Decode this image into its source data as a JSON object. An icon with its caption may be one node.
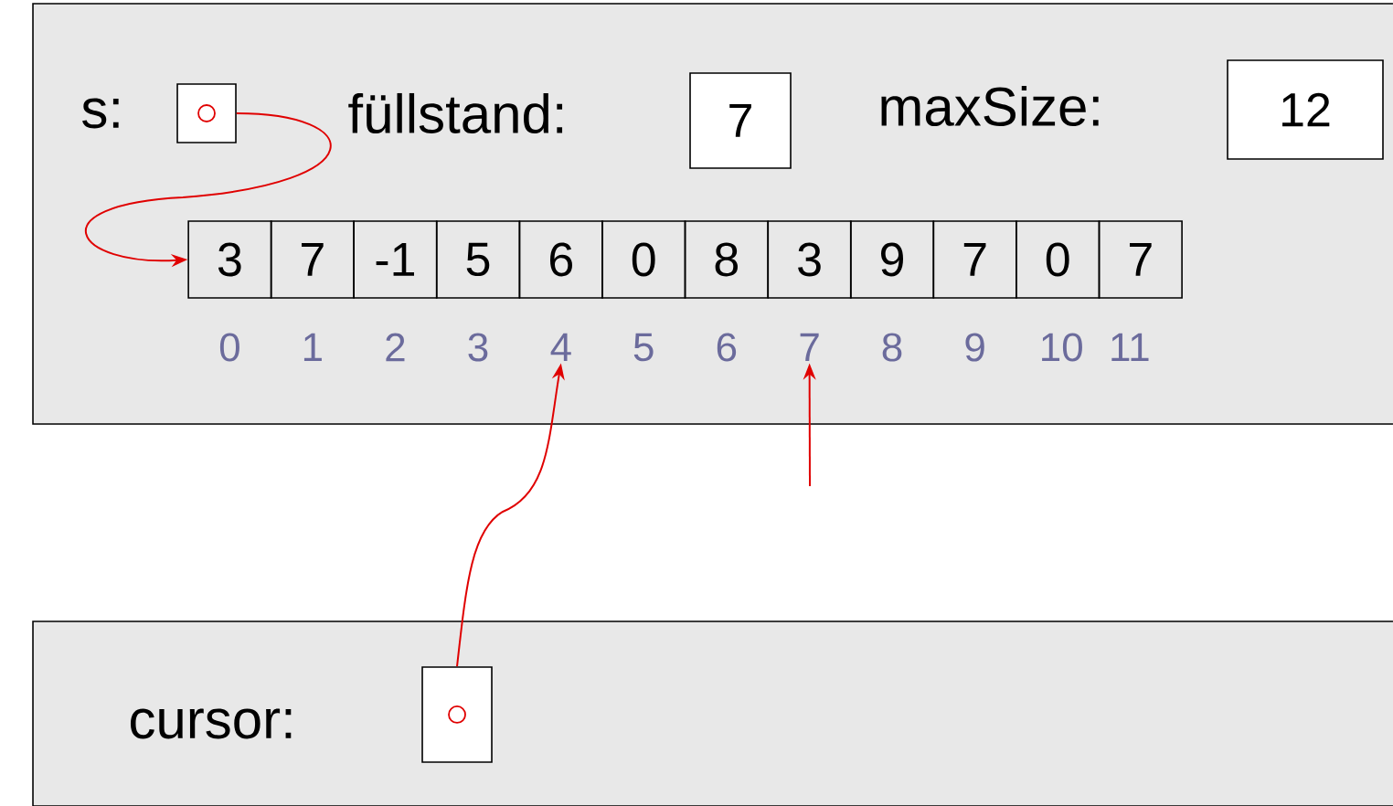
{
  "diagram": {
    "nodes": [
      {
        "text": [],
        "shape": "box"
      },
      {
        "text": [],
        "shape": "box",
        "beside": [
          "s:"
        ],
        "in": 0
      },
      {
        "text": [
          "7"
        ],
        "beside": [
          "füllstand:"
        ],
        "in": 0
      },
      {
        "text": [
          "12"
        ],
        "beside": [
          "maxSize:"
        ],
        "in": 0
      },
      {
        "text": [
          "3"
        ],
        "in": 0
      },
      {
        "text": [
          "7"
        ],
        "in": 0
      },
      {
        "text": [
          "-1"
        ],
        "in": 0
      },
      {
        "text": [
          "5"
        ],
        "in": 0
      },
      {
        "text": [
          "6"
        ],
        "in": 0
      },
      {
        "text": [
          "0"
        ],
        "in": 0
      },
      {
        "text": [
          "8"
        ],
        "in": 0
      },
      {
        "text": [
          "3"
        ],
        "in": 0
      },
      {
        "text": [
          "9"
        ],
        "in": 0
      },
      {
        "text": [
          "7"
        ],
        "in": 0
      },
      {
        "text": [
          "0"
        ],
        "in": 0
      },
      {
        "text": [
          "7"
        ],
        "in": 0
      },
      {
        "text": [
          "0"
        ],
        "in": 0
      },
      {
        "text": [
          "1"
        ],
        "in": 0
      },
      {
        "text": [
          "2"
        ],
        "in": 0
      },
      {
        "text": [
          "3"
        ],
        "in": 0
      },
      {
        "text": [
          "4"
        ],
        "in": 0
      },
      {
        "text": [
          "5"
        ],
        "in": 0
      },
      {
        "text": [
          "6"
        ],
        "in": 0
      },
      {
        "text": [
          "7"
        ],
        "in": 0
      },
      {
        "text": [
          "8"
        ],
        "in": 0
      },
      {
        "text": [
          "9"
        ],
        "in": 0
      },
      {
        "text": [
          "10"
        ],
        "in": 0
      },
      {
        "text": [
          "11"
        ],
        "in": 0
      },
      {
        "text": [],
        "shape": "box"
      },
      {
        "text": [],
        "shape": "box",
        "beside": [
          "cursor:"
        ],
        "in": 28
      }
    ],
    "edges": [
      {
        "from": 1,
        "to": 4,
        "arrow": "to"
      },
      {
        "from": 29,
        "to": 20,
        "arrow": "to"
      },
      {
        "from": null,
        "to": 23,
        "arrow": "to"
      }
    ]
  }
}
